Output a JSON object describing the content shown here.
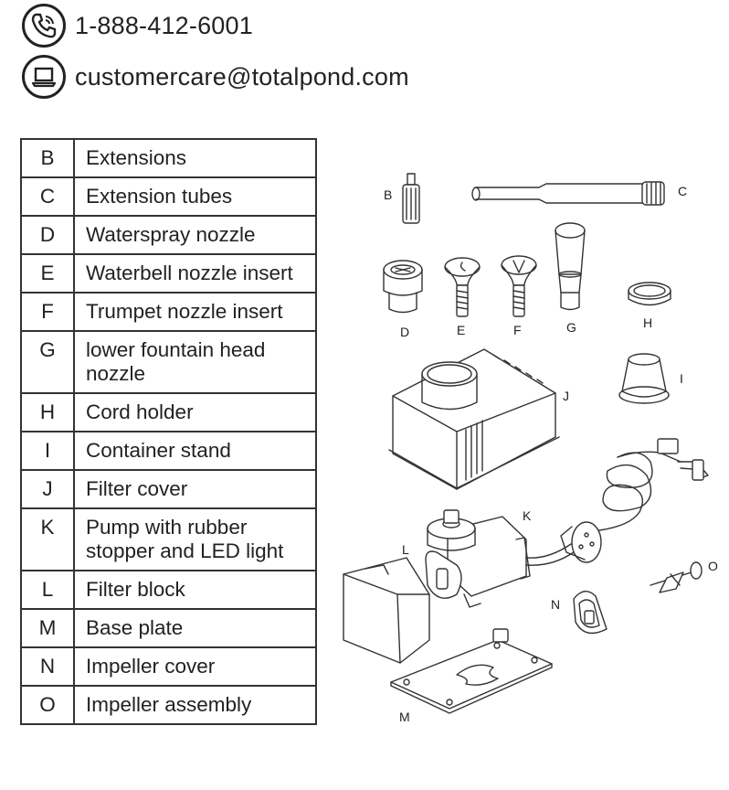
{
  "contact": {
    "phone": "1-888-412-6001",
    "email": "customercare@totalpond.com"
  },
  "parts": [
    {
      "letter": "B",
      "name": "Extensions"
    },
    {
      "letter": "C",
      "name": "Extension tubes"
    },
    {
      "letter": "D",
      "name": "Waterspray nozzle"
    },
    {
      "letter": "E",
      "name": "Waterbell nozzle insert"
    },
    {
      "letter": "F",
      "name": "Trumpet nozzle insert"
    },
    {
      "letter": "G",
      "name": "lower fountain head nozzle"
    },
    {
      "letter": "H",
      "name": "Cord holder"
    },
    {
      "letter": "I",
      "name": "Container stand"
    },
    {
      "letter": "J",
      "name": "Filter cover"
    },
    {
      "letter": "K",
      "name": "Pump  with rubber stopper and LED light"
    },
    {
      "letter": "L",
      "name": "Filter block"
    },
    {
      "letter": "M",
      "name": "Base plate"
    },
    {
      "letter": "N",
      "name": "Impeller cover"
    },
    {
      "letter": "O",
      "name": "Impeller assembly"
    }
  ],
  "diagram_labels": {
    "b": "B",
    "c": "C",
    "d": "D",
    "e": "E",
    "f": "F",
    "g": "G",
    "h": "H",
    "i": "I",
    "j": "J",
    "k": "K",
    "l": "L",
    "m": "M",
    "n": "N",
    "o": "O"
  },
  "icons": {
    "phone": "phone-icon",
    "email": "laptop-icon"
  }
}
